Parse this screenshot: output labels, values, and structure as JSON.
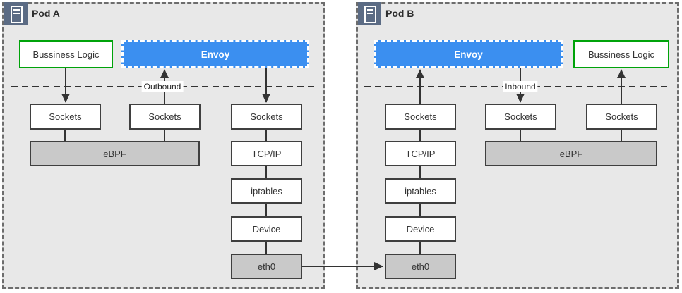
{
  "diagram": {
    "pod_a": {
      "title": "Pod A",
      "business_logic_label": "Bussiness Logic",
      "envoy_label": "Envoy",
      "flow_label": "Outbound",
      "sockets_label": "Sockets",
      "ebpf_label": "eBPF",
      "tcpip_label": "TCP/IP",
      "iptables_label": "iptables",
      "device_label": "Device",
      "eth0_label": "eth0"
    },
    "pod_b": {
      "title": "Pod B",
      "business_logic_label": "Bussiness Logic",
      "envoy_label": "Envoy",
      "flow_label": "Inbound",
      "sockets_label": "Sockets",
      "ebpf_label": "eBPF",
      "tcpip_label": "TCP/IP",
      "iptables_label": "iptables",
      "device_label": "Device",
      "eth0_label": "eth0"
    },
    "colors": {
      "envoy_fill": "#3b8ff0",
      "business_logic_border": "#00a30a",
      "pod_background": "#e8e8e8",
      "gray_node_fill": "#c9c9c9",
      "pod_icon_background": "#5b6b84",
      "node_border": "#3f3f3f",
      "connector": "#333333"
    }
  }
}
